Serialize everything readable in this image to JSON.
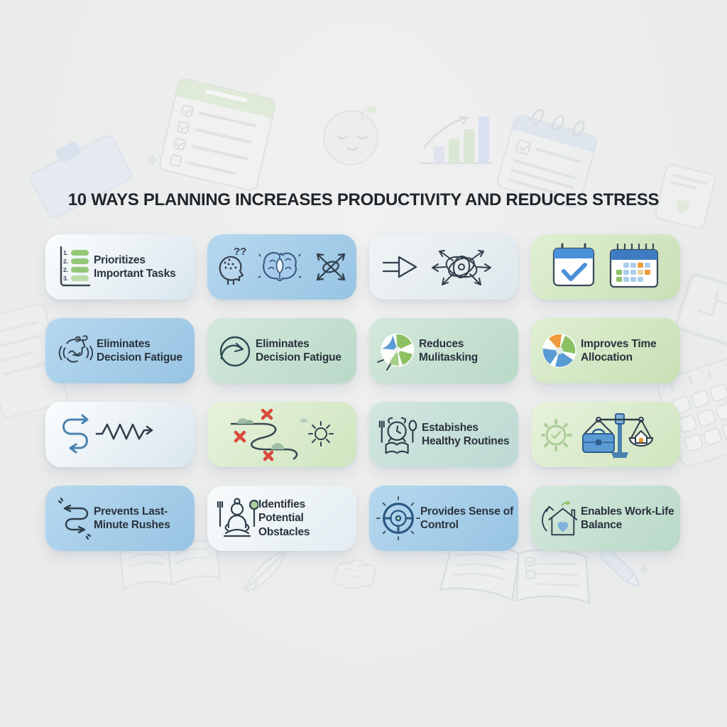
{
  "title": "10 WAYS PLANNING INCREASES PRODUCTIVITY AND REDUCES STRESS",
  "palette": {
    "background": "#ecedec",
    "title_text": "#20262c",
    "label_text": "#2a333c",
    "card_blue": "#a5cde8",
    "card_green": "#d3e7c2",
    "card_mint": "#c9e2d4",
    "card_teal": "#c8e0db",
    "card_light": "#eaf1f6",
    "accent_blue": "#4a90d9",
    "accent_green": "#8cc163",
    "accent_orange": "#ef9a3c",
    "alert_red": "#d9493a",
    "icon_stroke": "#33414e"
  },
  "checklist_numbers": [
    "1.",
    "2.",
    "2.",
    "3."
  ],
  "cards": [
    {
      "label": "Prioritizes Important Tasks",
      "icons": [
        "numbered-checklist-icon"
      ],
      "bg": "light"
    },
    {
      "label": "",
      "icons": [
        "confused-head-icon",
        "brain-leaf-icon",
        "crossed-arrows-icon"
      ],
      "bg": "blue"
    },
    {
      "label": "",
      "icons": [
        "double-arrow-icon",
        "tangled-arrows-icon"
      ],
      "bg": "lightgray"
    },
    {
      "label": "",
      "icons": [
        "calendar-check-icon",
        "calendar-grid-icon"
      ],
      "bg": "green"
    },
    {
      "label": "Eliminates Decision Fatigue",
      "icons": [
        "stressed-head-icon"
      ],
      "bg": "blue"
    },
    {
      "label": "Eliminates Decision Fatigue",
      "icons": [
        "loop-arrow-icon"
      ],
      "bg": "mint"
    },
    {
      "label": "Reduces Mulitasking",
      "icons": [
        "pie-chart-icon"
      ],
      "bg": "mint"
    },
    {
      "label": "Improves Time Allocation",
      "icons": [
        "time-pie-chart-icon"
      ],
      "bg": "green"
    },
    {
      "label": "",
      "icons": [
        "loop-zigzag-arrow-icon"
      ],
      "bg": "light"
    },
    {
      "label": "",
      "icons": [
        "winding-road-obstacles-icon"
      ],
      "bg": "palegreen"
    },
    {
      "label": "Estabishes Healthy Routines",
      "icons": [
        "clock-meal-book-icon"
      ],
      "bg": "teal"
    },
    {
      "label": "",
      "icons": [
        "balance-scale-icon"
      ],
      "bg": "palegreen"
    },
    {
      "label": "Prevents Last-Minute Rushes",
      "icons": [
        "winding-path-arrow-icon"
      ],
      "bg": "blue"
    },
    {
      "label": "Identifies Potential Obstacles",
      "icons": [
        "meditating-person-icon"
      ],
      "bg": "white"
    },
    {
      "label": "Provides Sense of Control",
      "icons": [
        "steering-wheel-icon"
      ],
      "bg": "blue"
    },
    {
      "label": "Enables Work-Life Balance",
      "icons": [
        "house-heart-icon"
      ],
      "bg": "mint"
    }
  ],
  "background_decorations": [
    "checklist-pad",
    "clipboard",
    "smiling-head",
    "growth-chart",
    "spiral-notepad",
    "heart-card",
    "note-sheet",
    "picture-frame",
    "calculator-keys",
    "open-book",
    "feather",
    "brain-doodle",
    "open-planner",
    "pen",
    "sparkle"
  ]
}
